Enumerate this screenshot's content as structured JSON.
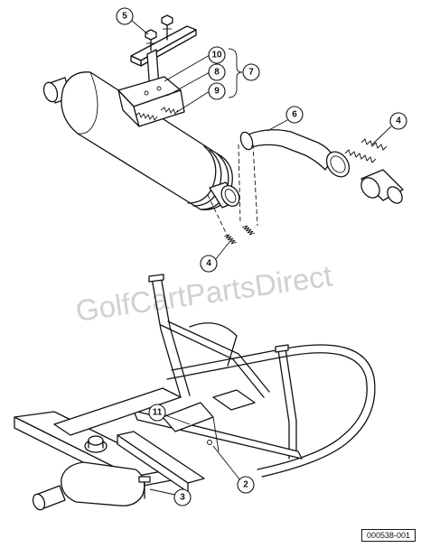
{
  "diagram": {
    "watermark": "GolfCartPartsDirect",
    "drawing_number": "000538-001",
    "callouts": [
      {
        "id": "c1",
        "label": "5"
      },
      {
        "id": "c2",
        "label": "10"
      },
      {
        "id": "c3",
        "label": "8"
      },
      {
        "id": "c4",
        "label": "7"
      },
      {
        "id": "c5",
        "label": "9"
      },
      {
        "id": "c6",
        "label": "6"
      },
      {
        "id": "c7",
        "label": "4"
      },
      {
        "id": "c8",
        "label": "4"
      },
      {
        "id": "c9",
        "label": "11"
      },
      {
        "id": "c10",
        "label": "2"
      },
      {
        "id": "c11",
        "label": "3"
      }
    ]
  }
}
